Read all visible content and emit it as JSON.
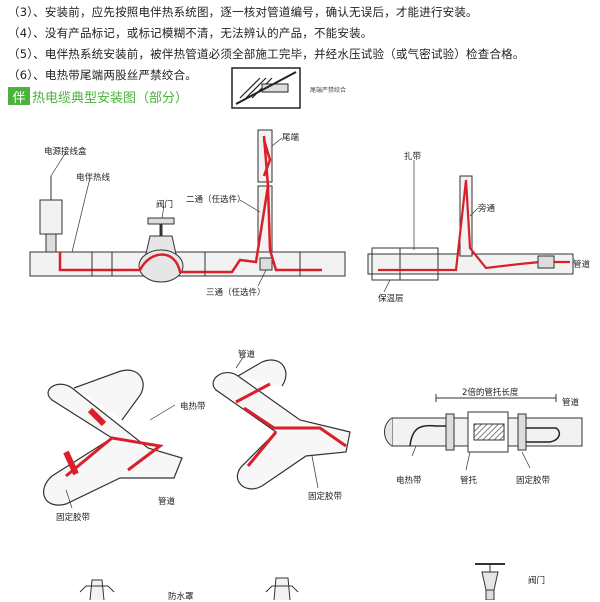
{
  "notes": [
    "（3）、安装前，应先按照电伴热系统图，逐一核对管道编号，确认无误后，才能进行安装。",
    "（4）、没有产品标记，或标记模糊不清，无法辨认的产品，不能安装。",
    "（5）、电伴热系统安装前，被伴热管道必须全部施工完毕，并经水压试验（或气密试验）检查合格。",
    "（6）、电热带尾端两股丝严禁绞合。"
  ],
  "inset_caption": "尾端严禁绞合",
  "section": {
    "icon_char": "伴",
    "title": "热电缆典型安装图（部分）"
  },
  "diagram1": {
    "junction_box": "电源接线盒",
    "heat_cable": "电伴热线",
    "valve": "阀门",
    "tee_two": "二通（任选件）",
    "tee_three": "三通（任选件）",
    "end": "尾端"
  },
  "diagram2": {
    "strap": "扎带",
    "bypass": "旁通",
    "pipe": "管道",
    "insulation": "保温层"
  },
  "diagram3": {
    "pipe_top": "管道",
    "heat_band": "电热带",
    "pipe_bottom": "管道",
    "tape": "固定胶带",
    "tape2": "固定胶带"
  },
  "diagram4": {
    "length": "2倍的管托长度",
    "pipe": "管道",
    "heat_band": "电热带",
    "support": "管托",
    "tape": "固定胶带"
  },
  "bottom": {
    "drain": "防水罩",
    "valve": "阀门"
  },
  "colors": {
    "accent": "#49b23a",
    "cable": "#d9202a",
    "pipe_fill": "#f2f2f2",
    "outline": "#333333"
  }
}
